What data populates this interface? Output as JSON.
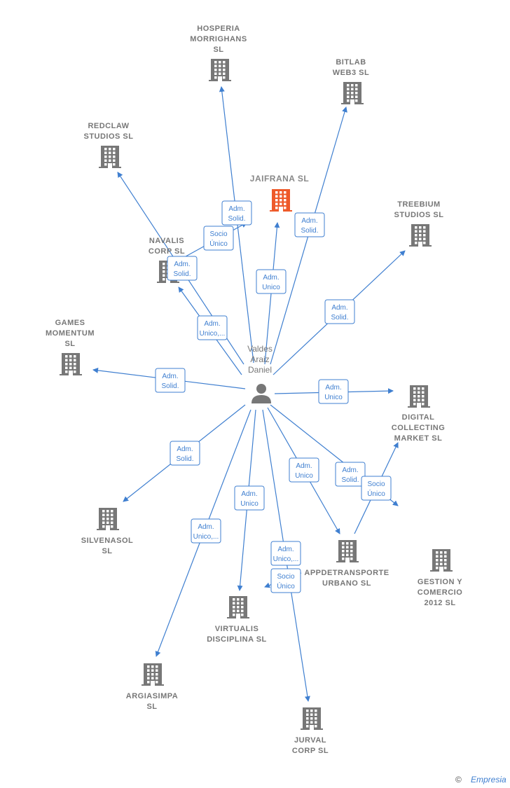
{
  "colors": {
    "edge": "#3f7fd0",
    "building": "#777777",
    "building_highlight": "#ee5a2a",
    "person": "#777777",
    "label_box_border": "#3f7fd0"
  },
  "center_person": {
    "lines": [
      "Valdes",
      "Araiz",
      "Daniel"
    ],
    "icon": "person-icon"
  },
  "companies": [
    {
      "id": "hosperia",
      "lines": [
        "HOSPERIA",
        "MORRIGHANS",
        "SL"
      ],
      "icon": "building-icon"
    },
    {
      "id": "bitlab",
      "lines": [
        "BITLAB",
        "WEB3  SL"
      ],
      "icon": "building-icon"
    },
    {
      "id": "redclaw",
      "lines": [
        "REDCLAW",
        "STUDIOS  SL"
      ],
      "icon": "building-icon"
    },
    {
      "id": "jaifrana",
      "lines": [
        "JAIFRANA  SL"
      ],
      "icon": "building-icon",
      "highlight": true
    },
    {
      "id": "treebium",
      "lines": [
        "TREEBIUM",
        "STUDIOS  SL"
      ],
      "icon": "building-icon"
    },
    {
      "id": "navalis",
      "lines": [
        "NAVALIS",
        "CORP  SL"
      ],
      "icon": "building-icon"
    },
    {
      "id": "games",
      "lines": [
        "GAMES",
        "MOMENTUM",
        "SL"
      ],
      "icon": "building-icon"
    },
    {
      "id": "digital",
      "lines": [
        "DIGITAL",
        "COLLECTING",
        "MARKET  SL"
      ],
      "icon": "building-icon"
    },
    {
      "id": "silvenasol",
      "lines": [
        "SILVENASOL",
        "SL"
      ],
      "icon": "building-icon"
    },
    {
      "id": "appdet",
      "lines": [
        "APPDETRANSPORTE",
        "URBANO  SL"
      ],
      "icon": "building-icon"
    },
    {
      "id": "gestion",
      "lines": [
        "GESTION Y",
        "COMERCIO",
        "2012 SL"
      ],
      "icon": "building-icon"
    },
    {
      "id": "virtualis",
      "lines": [
        "VIRTUALIS",
        "DISCIPLINA  SL"
      ],
      "icon": "building-icon"
    },
    {
      "id": "argiasimpa",
      "lines": [
        "ARGIASIMPA",
        "SL"
      ],
      "icon": "building-icon"
    },
    {
      "id": "jurval",
      "lines": [
        "JURVAL",
        "CORP  SL"
      ],
      "icon": "building-icon"
    }
  ],
  "relations": [
    {
      "target": "hosperia",
      "lines": [
        "Adm.",
        "Solid."
      ]
    },
    {
      "target": "bitlab",
      "lines": [
        "Adm.",
        "Solid."
      ]
    },
    {
      "target": "redclaw",
      "lines": [
        "Adm.",
        "Solid."
      ]
    },
    {
      "target": "jaifrana",
      "lines": [
        "Adm.",
        "Unico"
      ]
    },
    {
      "target": "treebium",
      "lines": [
        "Adm.",
        "Solid."
      ]
    },
    {
      "target": "navalis",
      "lines": [
        "Adm.",
        "Unico,..."
      ]
    },
    {
      "target": "games",
      "lines": [
        "Adm.",
        "Solid."
      ]
    },
    {
      "target": "digital",
      "lines": [
        "Adm.",
        "Unico"
      ]
    },
    {
      "target": "silvenasol",
      "lines": [
        "Adm.",
        "Solid."
      ]
    },
    {
      "target": "appdet",
      "lines": [
        "Adm.",
        "Unico"
      ]
    },
    {
      "target": "gestion",
      "lines": [
        "Adm.",
        "Solid."
      ]
    },
    {
      "target": "virtualis",
      "lines": [
        "Adm.",
        "Unico"
      ]
    },
    {
      "target": "argiasimpa",
      "lines": [
        "Adm.",
        "Unico,..."
      ]
    },
    {
      "target": "jurval",
      "lines": [
        "Adm.",
        "Unico,..."
      ]
    },
    {
      "source": "navalis",
      "target": "hosperia",
      "lines": [
        "Socio",
        "Único"
      ]
    },
    {
      "source": "appdet",
      "target": "digital",
      "lines": [
        "Socio",
        "Único"
      ]
    },
    {
      "source": "jurval",
      "target": "virtualis",
      "lines": [
        "Socio",
        "Único"
      ]
    }
  ],
  "footer": {
    "copyright": "©",
    "brand": "Empresia"
  }
}
